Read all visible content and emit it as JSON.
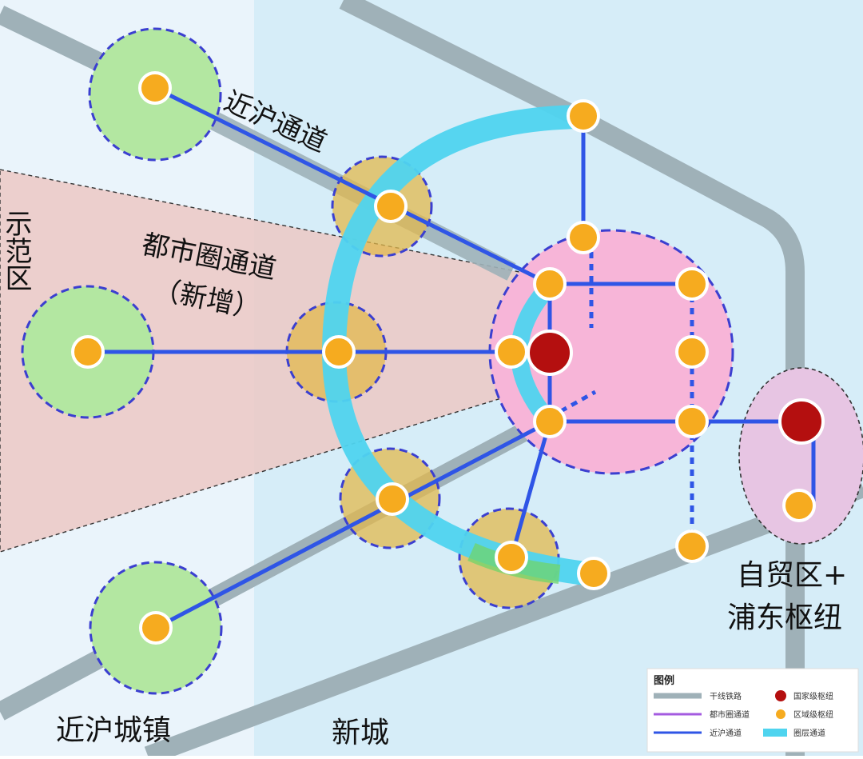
{
  "labels": {
    "near_shanghai_channel": "近沪通道",
    "demo_zone": "示范区",
    "metro_channel": "都市圈通道",
    "metro_channel_new": "（新增）",
    "free_trade_zone": "自贸区+",
    "pudong_hub": "浦东枢纽",
    "near_shanghai_towns": "近沪城镇",
    "new_city": "新城"
  },
  "legend": {
    "title": "图例",
    "items": {
      "trunk_railway": "干线铁路",
      "metro_channel": "都市圈通道",
      "near_shanghai_channel": "近沪通道",
      "national_hub": "国家级枢纽",
      "regional_hub": "区域级枢纽",
      "ring_channel": "圈层通道"
    }
  },
  "colors": {
    "trunk_railway": "#9fb1b8",
    "metro_channel": "#a45be0",
    "near_shanghai_channel": "#2f55e6",
    "ring_channel": "#4fd4ef",
    "national_hub": "#b40f0f",
    "regional_hub": "#f6ab1f",
    "town_circle": "#b3e7a1",
    "new_city_circle": "#e2b84e",
    "core_circle": "#f7b5d8",
    "ftz_ellipse": "#e7c5e3",
    "wedge": "#ecc8c4"
  }
}
